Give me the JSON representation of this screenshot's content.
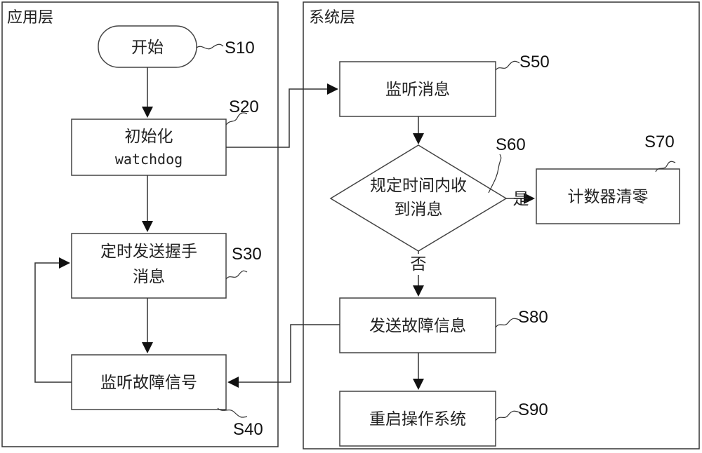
{
  "lanes": {
    "app": "应用层",
    "sys": "系统层"
  },
  "nodes": {
    "s10": {
      "text": "开始"
    },
    "s20": {
      "line1": "初始化",
      "line2": "watchdog"
    },
    "s30": {
      "line1": "定时发送握手",
      "line2": "消息"
    },
    "s40": {
      "text": "监听故障信号"
    },
    "s50": {
      "text": "监听消息"
    },
    "s60": {
      "line1": "规定时间内收",
      "line2": "到消息"
    },
    "s70": {
      "text": "计数器清零"
    },
    "s80": {
      "text": "发送故障信息"
    },
    "s90": {
      "text": "重启操作系统"
    }
  },
  "edge_labels": {
    "yes": "是",
    "no": "否"
  },
  "step_labels": {
    "s10": "S10",
    "s20": "S20",
    "s30": "S30",
    "s40": "S40",
    "s50": "S50",
    "s60": "S60",
    "s70": "S70",
    "s80": "S80",
    "s90": "S90"
  }
}
